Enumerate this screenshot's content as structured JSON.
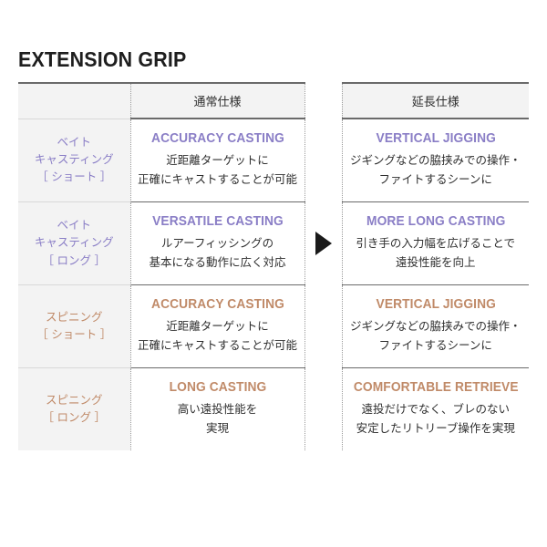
{
  "page": {
    "title": "EXTENSION GRIP",
    "background": "#ffffff"
  },
  "colors": {
    "baitcasting_accent": "#8a7ec6",
    "spinning_accent": "#c08a68",
    "text": "#2f2f2f",
    "rule": "#6a6a6a",
    "label_bg": "#f3f3f3"
  },
  "table": {
    "columns": [
      {
        "key": "label",
        "header": ""
      },
      {
        "key": "normal",
        "header": "通常仕様"
      },
      {
        "key": "gap",
        "header": ""
      },
      {
        "key": "ext",
        "header": "延長仕様"
      }
    ],
    "arrow_icon": "right-triangle-arrow-icon",
    "rows": [
      {
        "label": {
          "line1": "ベイト",
          "line2": "キャスティング",
          "line3": "［ ショート ］",
          "accent": "#8a7ec6"
        },
        "normal": {
          "heading": "ACCURACY CASTING",
          "lines": [
            "近距離ターゲットに",
            "正確にキャストすることが可能"
          ],
          "accent": "#8a7ec6"
        },
        "ext": {
          "heading": "VERTICAL JIGGING",
          "lines": [
            "ジギングなどの脇挟みでの操作・",
            "ファイトするシーンに"
          ],
          "accent": "#8a7ec6"
        }
      },
      {
        "label": {
          "line1": "ベイト",
          "line2": "キャスティング",
          "line3": "［ ロング ］",
          "accent": "#8a7ec6"
        },
        "normal": {
          "heading": "VERSATILE CASTING",
          "lines": [
            "ルアーフィッシングの",
            "基本になる動作に広く対応"
          ],
          "accent": "#8a7ec6"
        },
        "ext": {
          "heading": "MORE LONG CASTING",
          "lines": [
            "引き手の入力幅を広げることで",
            "遠投性能を向上"
          ],
          "accent": "#8a7ec6"
        }
      },
      {
        "label": {
          "line1": "スピニング",
          "line2": "［ ショート ］",
          "line3": "",
          "accent": "#c08a68"
        },
        "normal": {
          "heading": "ACCURACY CASTING",
          "lines": [
            "近距離ターゲットに",
            "正確にキャストすることが可能"
          ],
          "accent": "#c08a68"
        },
        "ext": {
          "heading": "VERTICAL JIGGING",
          "lines": [
            "ジギングなどの脇挟みでの操作・",
            "ファイトするシーンに"
          ],
          "accent": "#c08a68"
        }
      },
      {
        "label": {
          "line1": "スピニング",
          "line2": "［ ロング ］",
          "line3": "",
          "accent": "#c08a68"
        },
        "normal": {
          "heading": "LONG CASTING",
          "lines": [
            "高い遠投性能を",
            "実現"
          ],
          "accent": "#c08a68"
        },
        "ext": {
          "heading": "COMFORTABLE RETRIEVE",
          "lines": [
            "遠投だけでなく、ブレのない",
            "安定したリトリーブ操作を実現"
          ],
          "accent": "#c08a68"
        }
      }
    ]
  }
}
